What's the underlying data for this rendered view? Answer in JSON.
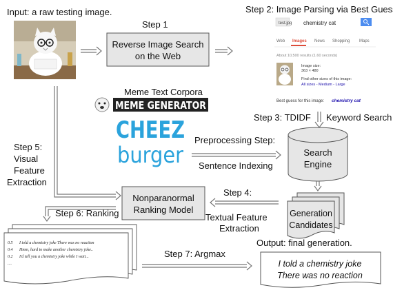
{
  "labels": {
    "input": "Input: a raw testing image.",
    "step1": "Step 1",
    "reverse_search": [
      "Reverse Image Search",
      "on the Web"
    ],
    "step2": "Step 2: Image Parsing via Best Guess",
    "meme_corpora": "Meme Text Corpora",
    "meme_generator_logo": "MEME GENERATOR",
    "cheez_logo": [
      "CHEEZ",
      "burger"
    ],
    "step3": "Step 3: TDIDF",
    "keyword_search": "Keyword Search",
    "step5": [
      "Step 5:",
      "Visual",
      "Feature",
      "Extraction"
    ],
    "preprocessing": [
      "Preprocessing Step:",
      "Sentence Indexing"
    ],
    "search_engine": [
      "Search",
      "Engine"
    ],
    "step4": "Step 4:",
    "textual_feature": [
      "Textual Feature",
      "Extraction"
    ],
    "ranking_model": [
      "Nonparanormal",
      "Ranking Model"
    ],
    "step6": "Step 6: Ranking",
    "generation_candidates": [
      "Generation",
      "Candidates"
    ],
    "step7": "Step 7: Argmax",
    "output": "Output: final generation.",
    "final_generation": [
      "I told a chemistry joke",
      "There was no reaction"
    ]
  },
  "search_screenshot": {
    "file_tab": "test.jpg",
    "query": "chemistry cat",
    "tabs": [
      "Web",
      "Images",
      "News",
      "Shopping",
      "Maps"
    ],
    "active_tab": "Images",
    "results_count": "About 10,500 results (1.60 seconds)",
    "image_size_label": "Image size:",
    "image_size_value": "363 × 480",
    "other_sizes_text": "Find other sizes of this image:",
    "size_links": "All sizes - Medium - Large",
    "best_guess_prefix": "Best guess for this image:",
    "best_guess_value": "chemistry cat"
  },
  "ranked_list": [
    {
      "score": "0.5",
      "text": "I told a chemistry joke There was no reaction"
    },
    {
      "score": "0.4",
      "text": "Hmm, hard to make another chemistry joke.."
    },
    {
      "score": "0.2",
      "text": "I'd tell you a chemistry joke while I wait..."
    },
    {
      "score": "",
      "text": "...."
    }
  ],
  "colors": {
    "box_fill": "#e6e6e6",
    "cheez_blue": "#2ba3dc",
    "link_blue": "#1a0dab",
    "search_red": "#dd4b39"
  }
}
